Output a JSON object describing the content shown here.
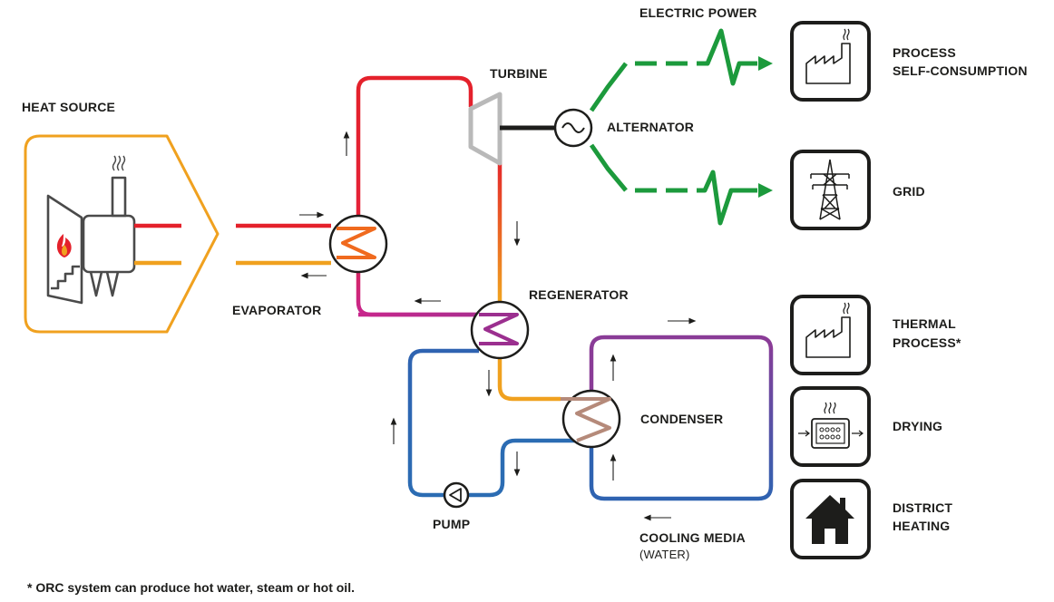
{
  "labels": {
    "heat_source": "HEAT SOURCE",
    "evaporator": "EVAPORATOR",
    "turbine": "TURBINE",
    "alternator": "ALTERNATOR",
    "electric_power": "ELECTRIC POWER",
    "regenerator": "REGENERATOR",
    "condenser": "CONDENSER",
    "pump": "PUMP",
    "cooling_media": "COOLING MEDIA",
    "cooling_media_sub": "(WATER)"
  },
  "uses": {
    "process_line1": "PROCESS",
    "process_line2": "SELF-CONSUMPTION",
    "grid": "GRID",
    "thermal_line1": "THERMAL",
    "thermal_line2": "PROCESS*",
    "drying": "DRYING",
    "district_line1": "DISTRICT",
    "district_line2": "HEATING"
  },
  "footnote": "* ORC system can produce hot water, steam or hot oil.",
  "colors": {
    "hot": "#e4212b",
    "warm": "#f0a11f",
    "magenta": "#c8268c",
    "purple": "#8a3c97",
    "blue": "#2f63b1",
    "power": "#1c9a3c",
    "gray": "#b9b9b9",
    "dark": "#1d1d1b"
  }
}
